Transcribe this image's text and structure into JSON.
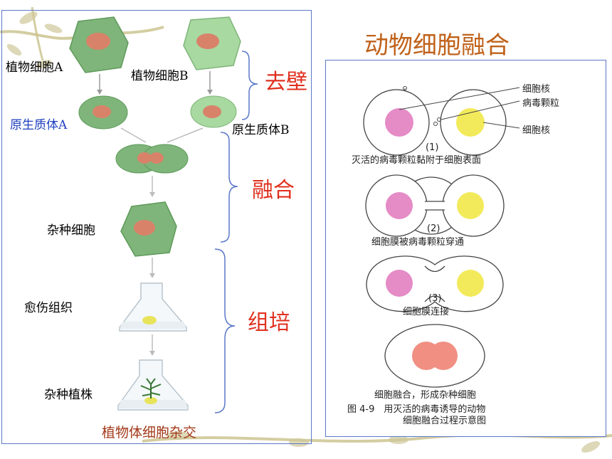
{
  "title": "动物细胞融合",
  "plant": {
    "cell_a": "植物细胞A",
    "cell_b": "植物细胞B",
    "protoplast_a": "原生质体A",
    "protoplast_b": "原生质体B",
    "hybrid_cell": "杂种细胞",
    "callus": "愈伤组织",
    "hybrid_plant": "杂种植株",
    "caption": "植物体细胞杂交"
  },
  "stages": {
    "remove_wall": "去壁",
    "fusion": "融合",
    "culture": "组培"
  },
  "animal": {
    "label_nucleus_top": "细胞核",
    "label_virus": "病毒颗粒",
    "label_nucleus_right": "细胞核",
    "step1_num": "(1)",
    "step1": "灭活的病毒颗粒黏附于细胞表面",
    "step2_num": "(2)",
    "step2": "细胞膜被病毒颗粒穿通",
    "step3_num": "(3)",
    "step3": "细胞膜连接",
    "step4": "细胞融合，形成杂种细胞",
    "figure_caption_line1": "图 4-9　用灭活的病毒诱导的动物",
    "figure_caption_line2": "细胞融合过程示意图"
  },
  "colors": {
    "cell_green": "#7fb57a",
    "cell_light_green": "#a8d9a0",
    "nucleus": "#d9826a",
    "stage_red": "#e0301e",
    "title_orange": "#c0621a",
    "frame_blue": "#5a78c8"
  }
}
